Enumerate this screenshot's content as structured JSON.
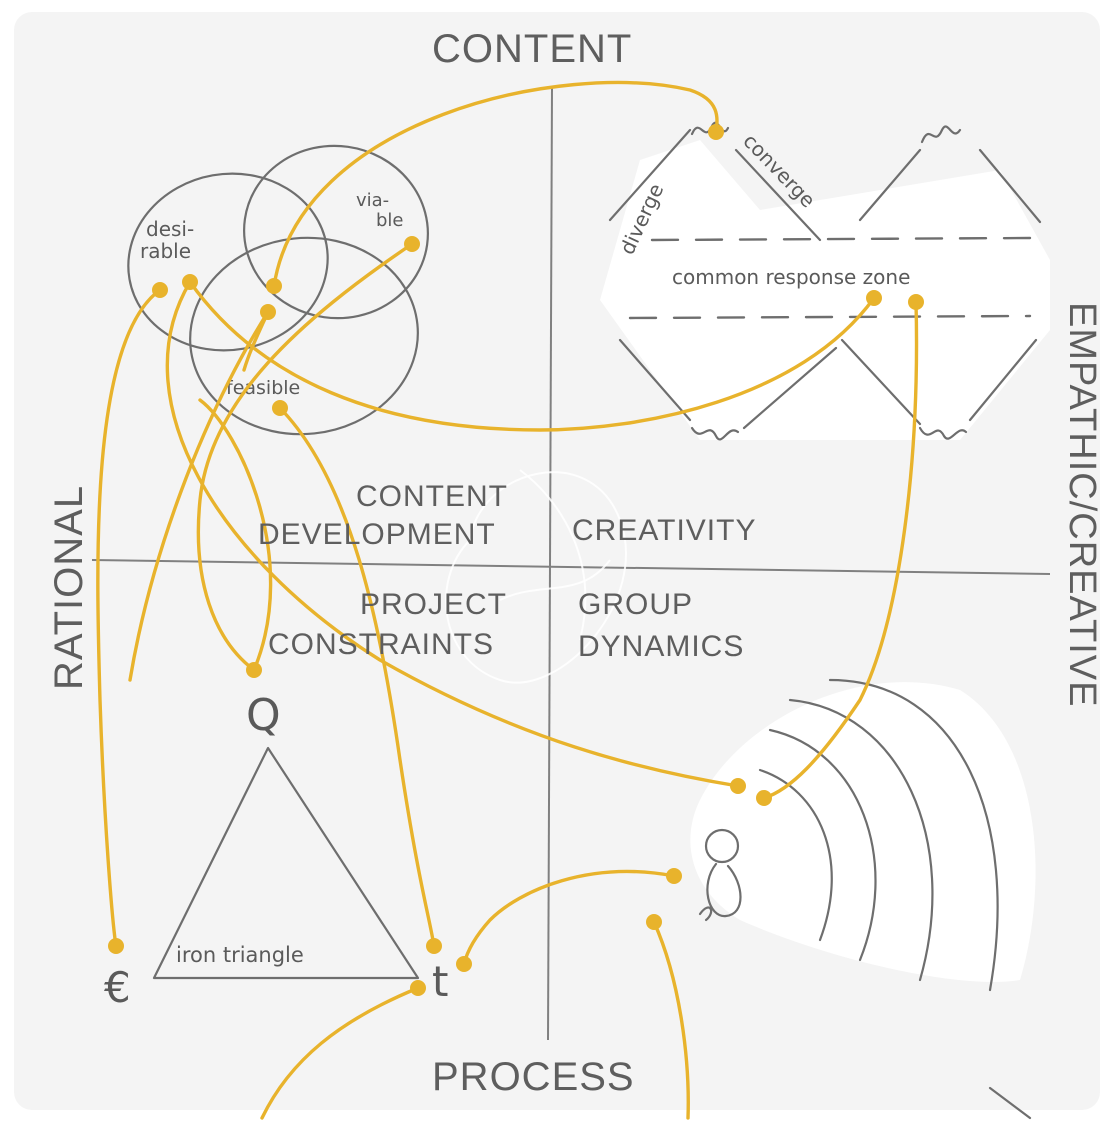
{
  "axes": {
    "top": "CONTENT",
    "bottom": "PROCESS",
    "left": "RATIONAL",
    "right": "EMPATHIC/CREATIVE"
  },
  "quadrants": {
    "top_left_line1": "CONTENT",
    "top_left_line2": "DEVELOPMENT",
    "top_right": "CREATIVITY",
    "bottom_left_line1": "PROJECT",
    "bottom_left_line2": "CONSTRAINTS",
    "bottom_right_line1": "GROUP",
    "bottom_right_line2": "DYNAMICS"
  },
  "venn": {
    "desirable_line1": "desi-",
    "desirable_line2": "rable",
    "viable_line1": "via-",
    "viable_line2": "ble",
    "feasible": "feasible"
  },
  "diamond": {
    "diverge": "diverge",
    "converge": "converge",
    "zone": "common response zone"
  },
  "triangle": {
    "label": "iron triangle",
    "quality_symbol": "Q",
    "cost_symbol": "€",
    "time_symbol": "t"
  },
  "colors": {
    "background": "#f4f4f4",
    "ink": "#6e6e6e",
    "connector": "#e8b32c",
    "highlight": "#ffffff"
  }
}
